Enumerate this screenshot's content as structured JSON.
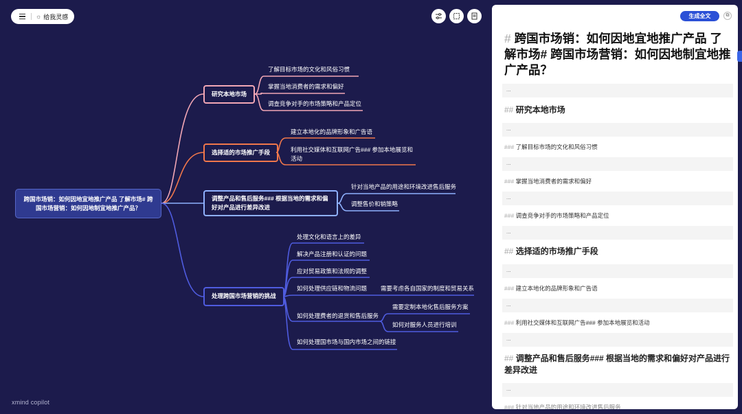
{
  "toolbar": {
    "hint_label": "给我灵感",
    "icons": [
      "menu-icon",
      "lightbulb-icon",
      "sliders-icon",
      "frame-icon",
      "document-icon"
    ]
  },
  "map": {
    "root": "跨国市场销：如何因地宜地推广产品 了解市场# 跨国市场营销：如何因地制宜地推广产品？",
    "branches": [
      {
        "label": "研究本地市场",
        "color": "#f2a7b5",
        "children": [
          "了解目标市场的文化和风俗习惯",
          "掌握当地消费者的需求和偏好",
          "调查竞争对手的市场策略和产品定位"
        ]
      },
      {
        "label": "选择适的市场推广手段",
        "color": "#f0774b",
        "children": [
          "建立本地化的品牌形象和广告语",
          "利用社交媒体和互联网广告### 参加本地展览和活动"
        ]
      },
      {
        "label": "调整产品和售后服务### 根据当地的需求和偏好对产品进行差异改进",
        "color": "#8fb1ff",
        "children": [
          "针对当地产品的用途和环境改进售后服务",
          "调整售价和销策略"
        ]
      },
      {
        "label": "处理跨国市场营销的挑战",
        "color": "#4f5ce0",
        "children": [
          "处理文化和语言上的差异",
          "解决产品注册和认证的问题",
          "应对贸易政策和法规的调整",
          "如何处理供应链和物流问题",
          "如何处理费者的退货和售后服务",
          "如何处理国市场与国内市场之间的链接"
        ],
        "sub": {
          "supply": "需要考虑各自国家的制度和贸易关系",
          "returns": [
            "需要定制本地化售后服务方案",
            "如何对服务人员进行培训"
          ]
        }
      }
    ],
    "brand": "xmind copilot"
  },
  "panel": {
    "generate_label": "生成全文",
    "title": "跨国市场销：如何因地宜地推广产品 了解市场# 跨国市场营销：如何因地制宜地推广产品？",
    "ellipsis": "...",
    "h2_prefix": "##",
    "h3_prefix": "###",
    "h1_prefix": "#",
    "outline": {
      "s1": "研究本地市场",
      "s1a": "了解目标市场的文化和风俗习惯",
      "s1b": "掌握当地消费者的需求和偏好",
      "s1c": "调查竞争对手的市场策略和产品定位",
      "s2": "选择适的市场推广手段",
      "s2a": "建立本地化的品牌形象和广告语",
      "s2b": "利用社交媒体和互联网广告### 参加本地展览和活动",
      "s3": "调整产品和售后服务### 根据当地的需求和偏好对产品进行差异改进",
      "s3a": "针对当地产品的用途和环境改进售后服务"
    }
  }
}
